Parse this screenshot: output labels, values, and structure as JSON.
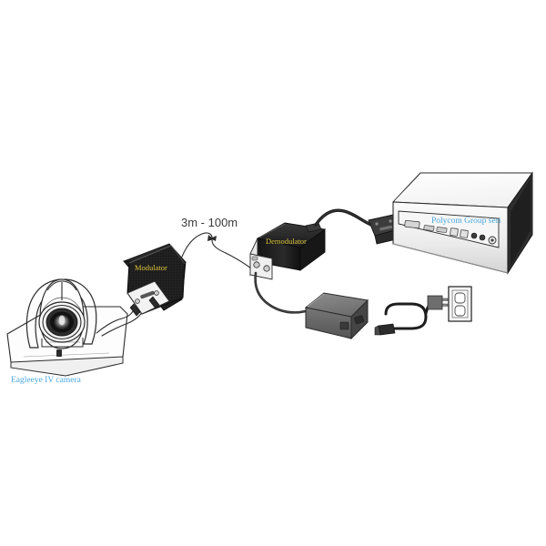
{
  "diagram": {
    "title": "Polycom EagleEye IV camera extender connection diagram",
    "background_color": "#ffffff",
    "labels": {
      "camera": "Eagleeye IV camera",
      "modulator": "Modulator",
      "demodulator": "Demodulator",
      "distance": "3m - 100m",
      "codec": "Polycom Group seri"
    },
    "label_colors": {
      "camera": "#4aa8e0",
      "codec": "#4aa8e0",
      "modulator": "#d9c23a",
      "demodulator": "#d9c23a",
      "distance": "#3a3a3a"
    },
    "components": [
      {
        "name": "eagleeye-iv-camera",
        "label": "Eagleeye IV camera",
        "style": "line-art outline",
        "description": "PTZ conference camera with large lens on flat rectangular base"
      },
      {
        "name": "modulator",
        "label": "Modulator",
        "style": "dark textured box",
        "description": "Black perforated transmitter box with connector panel at bottom"
      },
      {
        "name": "demodulator",
        "label": "Demodulator",
        "style": "dark glossy box",
        "description": "Black receiver box with silver connector panel at left end"
      },
      {
        "name": "polycom-group-series-codec",
        "label": "Polycom Group seri",
        "style": "white/silver chassis",
        "description": "Video codec unit with rear port panel and dark connector attached"
      },
      {
        "name": "power-adapter",
        "label": "",
        "style": "gray brick",
        "description": "External power supply brick"
      },
      {
        "name": "power-cord",
        "label": "",
        "style": "black cable",
        "description": "IEC power cord with plug"
      },
      {
        "name": "wall-outlet",
        "label": "",
        "style": "outline",
        "description": "Two-socket wall receptacle"
      }
    ],
    "connections": [
      {
        "from": "eagleeye-iv-camera",
        "to": "modulator",
        "cable": "thin white dual cable"
      },
      {
        "from": "modulator",
        "to": "demodulator",
        "cable": "thin white cable",
        "length": "3m - 100m"
      },
      {
        "from": "demodulator",
        "to": "polycom-group-series-codec",
        "cable": "thick black cable"
      },
      {
        "from": "demodulator",
        "to": "power-adapter",
        "cable": "black power cable"
      },
      {
        "from": "power-adapter",
        "to": "wall-outlet",
        "cable": "black power cord"
      }
    ]
  }
}
